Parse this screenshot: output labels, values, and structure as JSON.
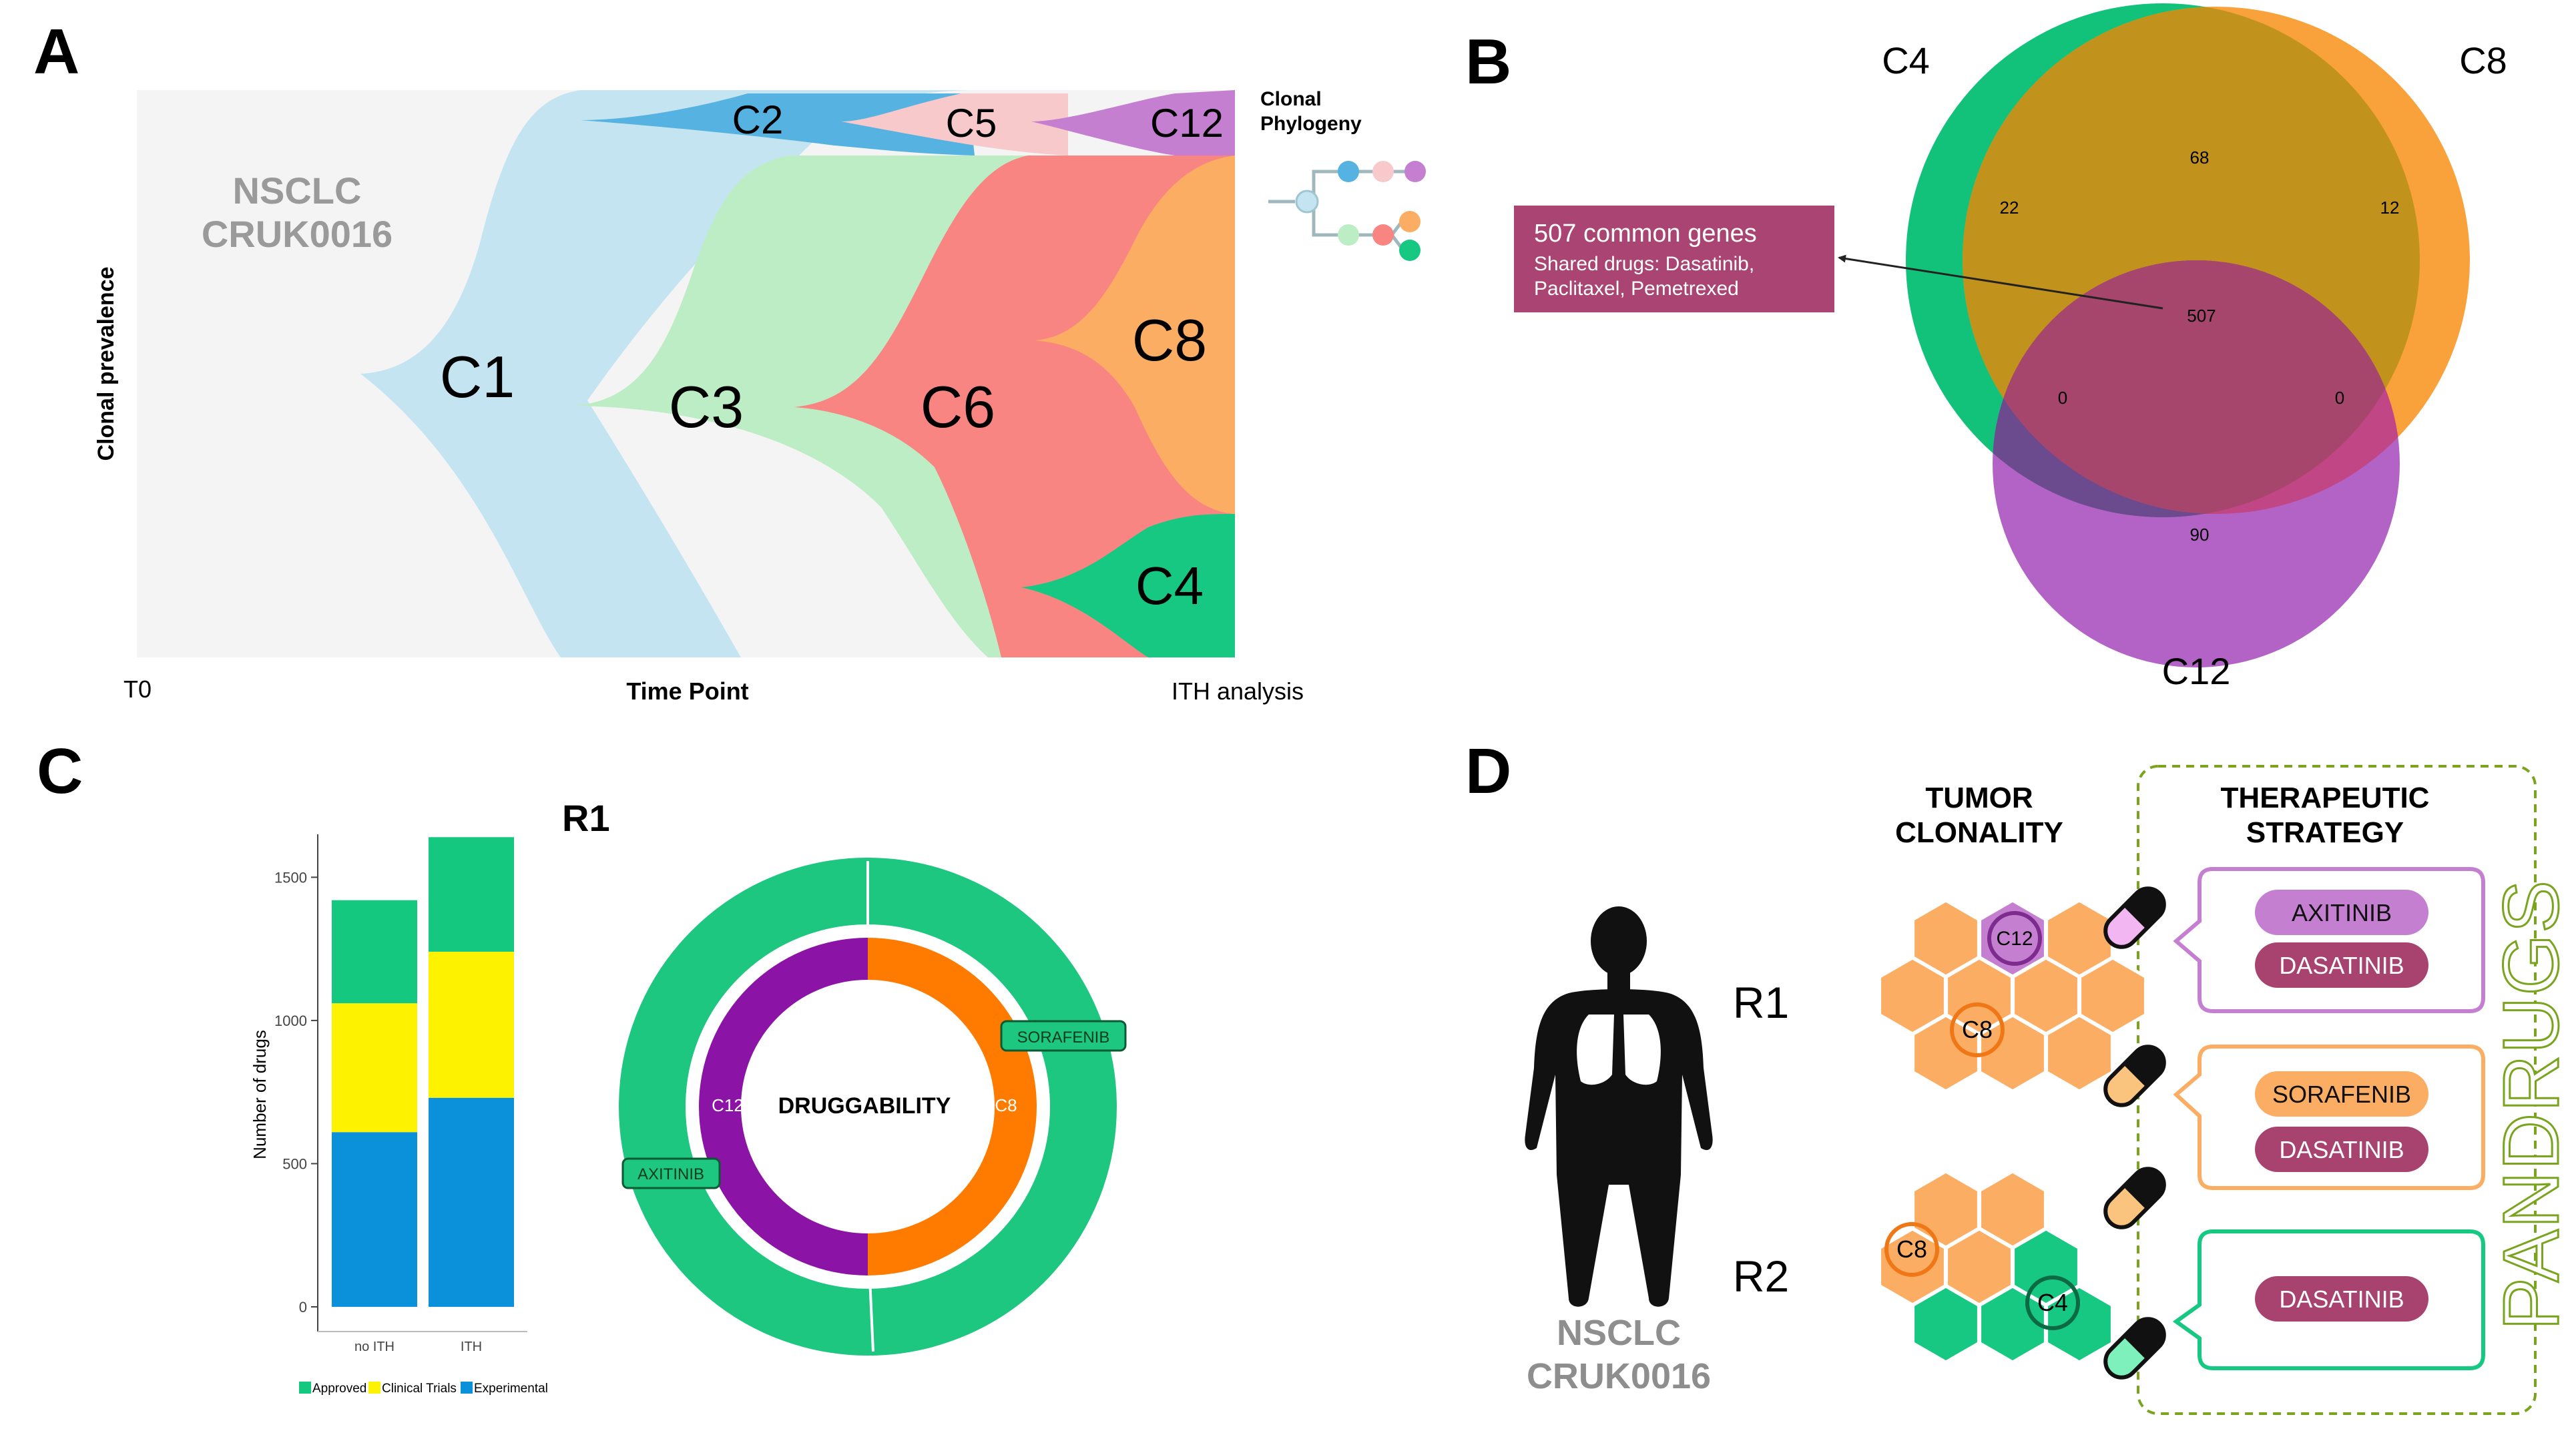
{
  "panel_letters": {
    "a": "A",
    "b": "B",
    "c": "C",
    "d": "D"
  },
  "colors": {
    "c1": "#c5e4f2",
    "c2": "#56b2e0",
    "c3": "#bdedc4",
    "c5": "#f8c9cb",
    "c6": "#f98583",
    "c12": "#c47fd1",
    "c8": "#fbad63",
    "c4": "#17c883",
    "approved": "#15c87f",
    "clinical": "#fdf200",
    "experimental": "#0a91d9",
    "venn_c4": "#12c27a",
    "venn_c8": "#f9a13b",
    "venn_c12": "#ad55c0",
    "callout": "#a94473",
    "purple": "#8b13a5",
    "orange": "#ff7b00",
    "dasatinib": "#a8426f",
    "pandrugs": "#7aa41e"
  },
  "panel_a": {
    "title_line1": "NSCLC",
    "title_line2": "CRUK0016",
    "ylabel": "Clonal prevalence",
    "xlabel": "Time Point",
    "x_start": "T0",
    "x_end": "ITH analysis",
    "phylogeny_line1": "Clonal",
    "phylogeny_line2": "Phylogeny",
    "clones": [
      "C1",
      "C2",
      "C3",
      "C5",
      "C6",
      "C12",
      "C8",
      "C4"
    ]
  },
  "panel_b": {
    "set_labels": [
      "C4",
      "C8",
      "C12"
    ],
    "region_counts": {
      "c4_only": "22",
      "c8_only": "12",
      "c12_only": "90",
      "c4_c8": "68",
      "c4_c12": "0",
      "c8_c12": "0",
      "all": "507"
    },
    "callout_title": "507 common genes",
    "callout_line1": "Shared drugs: Dasatinib,",
    "callout_line2": "Paclitaxel, Pemetrexed"
  },
  "panel_c": {
    "region_label": "R1",
    "donut_center": "DRUGGABILITY",
    "inner_labels": [
      "C12",
      "C8"
    ],
    "drug_tags": [
      "SORAFENIB",
      "AXITINIB"
    ],
    "chart_data": {
      "type": "bar",
      "stacked": true,
      "categories": [
        "no ITH",
        "ITH"
      ],
      "series": [
        {
          "name": "Experimental",
          "values": [
            610,
            730
          ]
        },
        {
          "name": "Clinical Trials",
          "values": [
            450,
            510
          ]
        },
        {
          "name": "Approved",
          "values": [
            360,
            400
          ]
        }
      ],
      "ylabel": "Number of drugs",
      "yticks": [
        "0",
        "500",
        "1000",
        "1500"
      ],
      "ylim": [
        0,
        1650
      ],
      "legend_placement": "bottom",
      "grid": false
    }
  },
  "panel_d": {
    "tumor_header_1": "TUMOR",
    "tumor_header_2": "CLONALITY",
    "strategy_header_1": "THERAPEUTIC",
    "strategy_header_2": "STRATEGY",
    "region_r1": "R1",
    "region_r2": "R2",
    "patient_line1": "NSCLC",
    "patient_line2": "CRUK0016",
    "clone_labels": {
      "c12": "C12",
      "c8_r1": "C8",
      "c8_r2": "C8",
      "c4": "C4"
    },
    "strategy_groups": [
      {
        "drugs": [
          "AXITINIB",
          "DASATINIB"
        ]
      },
      {
        "drugs": [
          "SORAFENIB",
          "DASATINIB"
        ]
      },
      {
        "drugs": [
          "DASATINIB"
        ]
      }
    ],
    "brand": "PANDRUGS"
  }
}
